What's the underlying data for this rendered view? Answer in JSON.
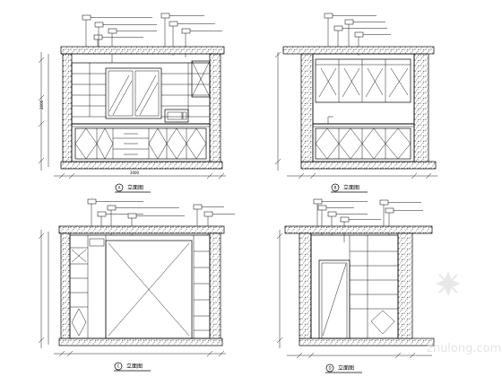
{
  "captions": [
    {
      "number": "A",
      "text": "立面图"
    },
    {
      "number": "B",
      "text": "立面图"
    },
    {
      "number": "C",
      "text": "立面图"
    },
    {
      "number": "D",
      "text": "立面图"
    }
  ],
  "watermark": {
    "brand": "zhulong.com"
  }
}
